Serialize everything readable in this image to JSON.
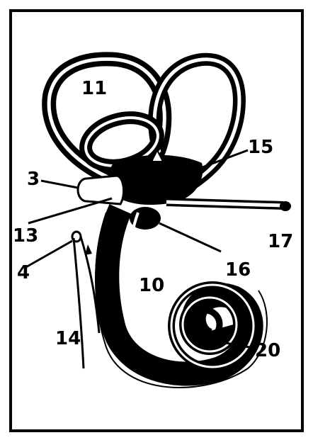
{
  "labels": {
    "l11": "11",
    "l15": "15",
    "l3": "3",
    "l13": "13",
    "l4": "4",
    "l16": "16",
    "l17": "17",
    "l10": "10",
    "l14": "14",
    "l20": "20"
  },
  "colors": {
    "ink": "#000000",
    "paper": "#ffffff"
  }
}
